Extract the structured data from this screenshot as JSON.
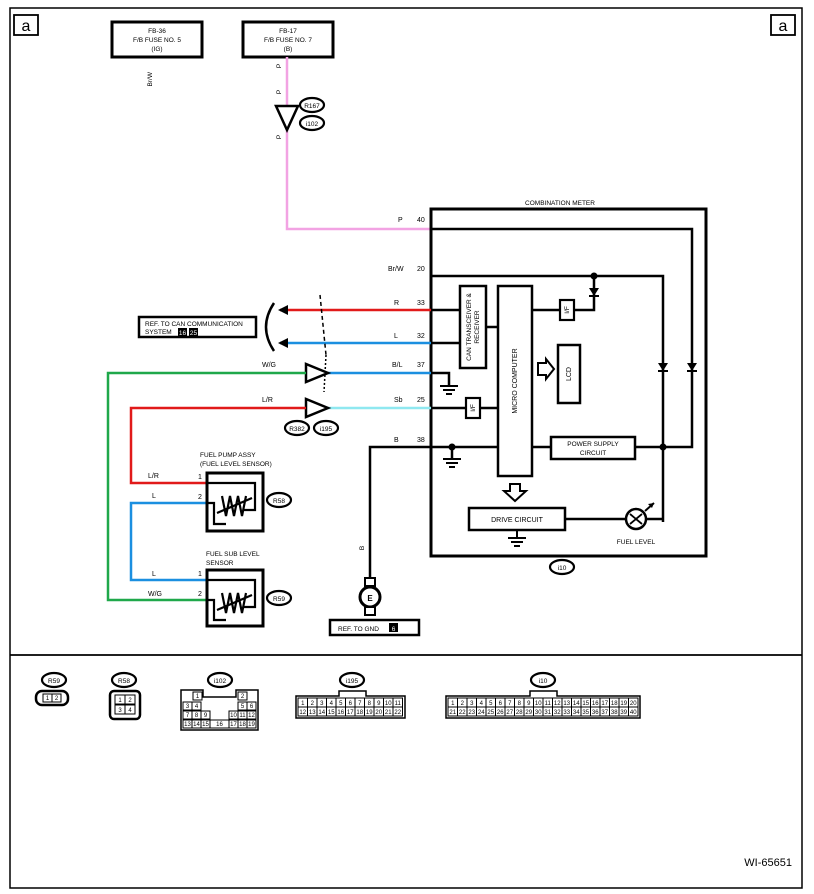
{
  "corner_label": "a",
  "fuses": {
    "fb36": {
      "id": "FB-36",
      "name": "F/B FUSE NO. 5",
      "sub": "(IG)"
    },
    "fb17": {
      "id": "FB-17",
      "name": "F/B FUSE NO. 7",
      "sub": "(B)"
    }
  },
  "wires": {
    "brw": "Br/W",
    "p": "P",
    "r": "R",
    "l": "L",
    "bl": "B/L",
    "sb": "Sb",
    "b": "B",
    "wg": "W/G",
    "lr": "L/R"
  },
  "pins": {
    "p40": "40",
    "p20": "20",
    "p33": "33",
    "p32": "32",
    "p37": "37",
    "p25": "25",
    "p38": "38",
    "p1": "1",
    "p2": "2"
  },
  "connectors": {
    "r167": "R167",
    "i102": "i102",
    "r382": "R382",
    "i195": "i195",
    "r58": "R58",
    "r59": "R59",
    "i10": "i10"
  },
  "ref_can": {
    "text": "REF. TO CAN COMMUNICATION",
    "text2": "SYSTEM",
    "box1": "16",
    "box2": "25"
  },
  "ref_gnd": {
    "text": "REF. TO GND",
    "box": "6"
  },
  "meter": {
    "title": "COMBINATION METER",
    "can": "CAN TRANSCEIVER &",
    "can2": "RECEIVER",
    "micro": "MICRO COMPUTER",
    "lcd": "LCD",
    "if_label": "I/F",
    "power": "POWER SUPPLY",
    "power2": "CIRCUIT",
    "drive": "DRIVE CIRCUIT",
    "fuel_level": "FUEL LEVEL"
  },
  "fuel_pump": {
    "line1": "FUEL PUMP ASSY",
    "line2": "(FUEL LEVEL SENSOR)"
  },
  "fuel_sub": {
    "line1": "FUEL SUB LEVEL",
    "line2": "SENSOR"
  },
  "gnd_symbol": "E",
  "views": {
    "r59": {
      "pins": [
        "1",
        "2"
      ]
    },
    "r58": {
      "pins": [
        "1",
        "2",
        "3",
        "4"
      ]
    },
    "i102": {
      "pins": [
        "1",
        "2",
        "3",
        "4",
        "5",
        "6",
        "7",
        "8",
        "9",
        "10",
        "11",
        "12",
        "13",
        "14",
        "15",
        "16",
        "17",
        "18",
        "19"
      ]
    },
    "i195": {
      "pins": [
        "1",
        "2",
        "3",
        "4",
        "5",
        "6",
        "7",
        "8",
        "9",
        "10",
        "11",
        "12",
        "13",
        "14",
        "15",
        "16",
        "17",
        "18",
        "19",
        "20",
        "21",
        "22"
      ]
    },
    "i10": {
      "pins": [
        "1",
        "2",
        "3",
        "4",
        "5",
        "6",
        "7",
        "8",
        "9",
        "10",
        "11",
        "12",
        "13",
        "14",
        "15",
        "16",
        "17",
        "18",
        "19",
        "20",
        "21",
        "22",
        "23",
        "24",
        "25",
        "26",
        "27",
        "28",
        "29",
        "30",
        "31",
        "32",
        "33",
        "34",
        "35",
        "36",
        "37",
        "38",
        "39",
        "40"
      ]
    }
  },
  "doc_number": "WI-65651",
  "colors": {
    "pink": "#f2a3e3",
    "red": "#e11a1a",
    "blue": "#1b8fe0",
    "green": "#1fa84a",
    "cyan": "#8fe8f0"
  }
}
